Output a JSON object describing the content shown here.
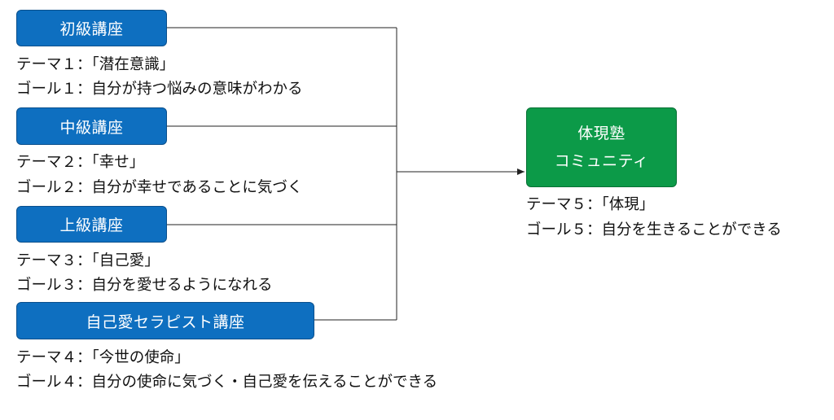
{
  "courses": [
    {
      "label": "初級講座",
      "theme": "テーマ１：「潜在意識」",
      "goal": "ゴール１：自分が持つ悩みの意味がわかる"
    },
    {
      "label": "中級講座",
      "theme": "テーマ２：「幸せ」",
      "goal": "ゴール２：自分が幸せであることに気づく"
    },
    {
      "label": "上級講座",
      "theme": "テーマ３：「自己愛」",
      "goal": "ゴール３：自分を愛せるようになれる"
    },
    {
      "label": "自己愛セラピスト講座",
      "theme": "テーマ４：「今世の使命」",
      "goal": "ゴール４：自分の使命に気づく・自己愛を伝えることができる"
    }
  ],
  "community": {
    "label_line1": "体現塾",
    "label_line2": "コミュニティ",
    "theme": "テーマ５：「体現」",
    "goal": "ゴール５：自分を生きることができる"
  },
  "colors": {
    "course_box": "#0e6fc0",
    "community_box": "#0c9a48"
  }
}
